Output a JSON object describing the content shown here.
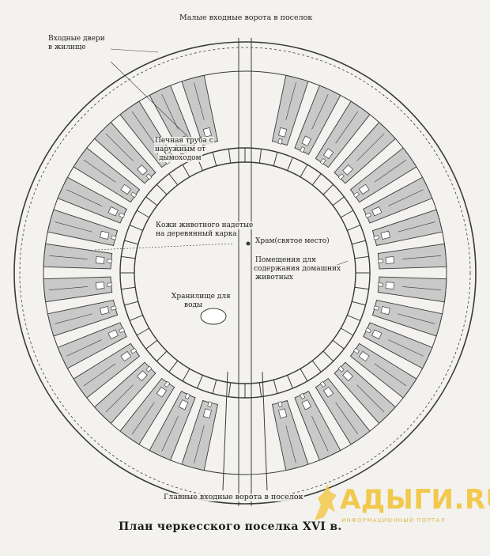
{
  "labels": {
    "top_gate": "Малые входные ворота в поселок",
    "entrance_doors_1": "Входные двери",
    "entrance_doors_2": "в жилище",
    "smoke_pipe_1": "Печная труба с",
    "smoke_pipe_2": "наружным от",
    "smoke_pipe_3": "дымоходом",
    "hides_1": "Кожи животного надетые",
    "hides_2": "на деревянный карка",
    "shrine": "Храм(святое место)",
    "animals_1": "Помещения для",
    "animals_2": "содержания домашних",
    "animals_3": "животных",
    "water_1": "Хранилище для",
    "water_2": "воды",
    "main_gate": "Главные входные ворота в поселок"
  },
  "caption": "План черкесского поселка XVI в.",
  "watermark": {
    "text": "АДЫГИ.RU",
    "subtitle": "ИНФОРМАЦИОННЫЙ ПОРТАЛ"
  },
  "colors": {
    "ink": "#3a3a3a",
    "room_fill": "#c9c9c9",
    "background": "#f3f2ef",
    "watermark": "#f2c94c"
  }
}
